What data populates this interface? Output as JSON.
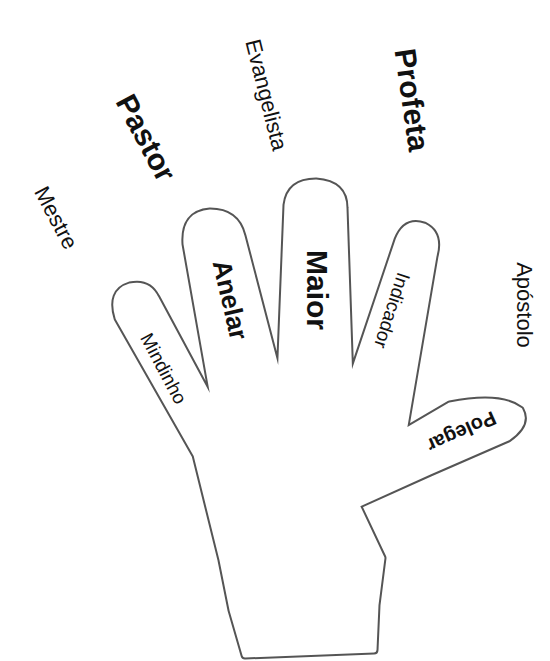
{
  "diagram": {
    "labels": [
      "Mestre",
      "Pastor",
      "Evangelista",
      "Profeta",
      "Apóstolo",
      "Mindinho",
      "Anelar",
      "Maior",
      "Indicador",
      "Polegar"
    ]
  }
}
